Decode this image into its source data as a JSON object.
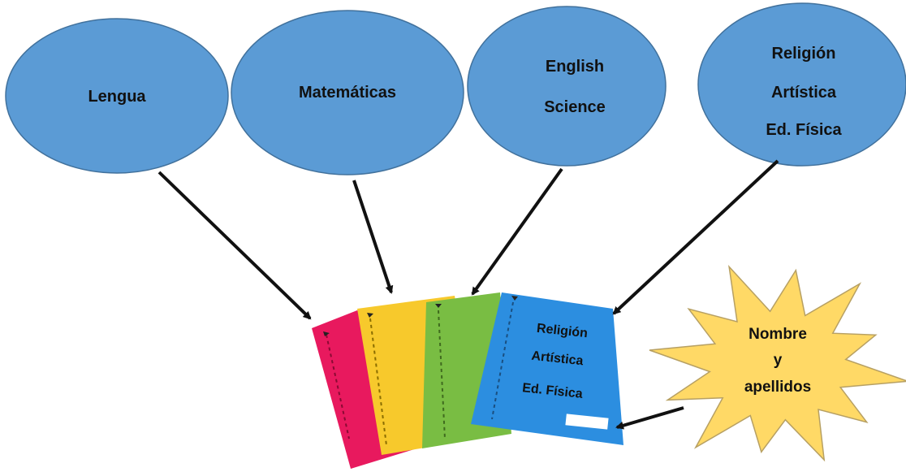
{
  "colors": {
    "bubble_fill": "#5b9bd5",
    "bubble_stroke": "#41719c",
    "notebook_pink": "#e8195e",
    "notebook_yellow": "#f7c92c",
    "notebook_green": "#79bd43",
    "notebook_blue": "#2c8ee0",
    "star_fill": "#ffd966",
    "star_stroke": "#b7a063",
    "arrow": "#111111"
  },
  "bubbles": [
    {
      "id": "lengua",
      "lines": [
        "Lengua"
      ]
    },
    {
      "id": "matematicas",
      "lines": [
        "Matemáticas"
      ]
    },
    {
      "id": "english-science",
      "lines": [
        "English",
        "Science"
      ]
    },
    {
      "id": "religion",
      "lines": [
        "Religión",
        "Artística",
        "Ed. Física"
      ]
    }
  ],
  "notebook_cover": {
    "lines": [
      "Religión",
      "Artística",
      "Ed. Física"
    ]
  },
  "callout": {
    "lines": [
      "Nombre",
      "y",
      "apellidos"
    ]
  }
}
